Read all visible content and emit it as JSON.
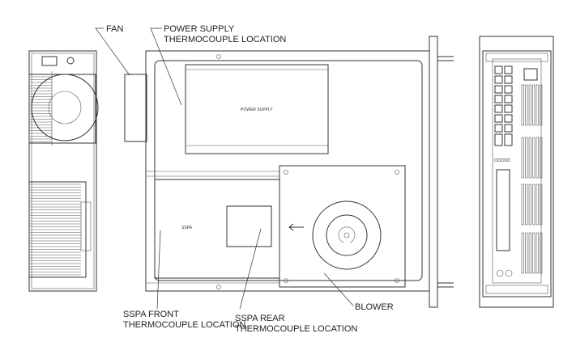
{
  "labels": {
    "fan": "FAN",
    "power_supply_tc_1": "POWER SUPPLY",
    "power_supply_tc_2": "THERMOCOUPLE LOCATION",
    "sspa_front_1": "SSPA FRONT",
    "sspa_front_2": "THERMOCOUPLE LOCATION",
    "sspa_rear_1": "SSPA REAR",
    "sspa_rear_2": "THERMOCOUPLE LOCATION",
    "blower": "BLOWER"
  },
  "components": {
    "power_supply": "POWER SUPPLY",
    "sspa": "SSPA"
  }
}
